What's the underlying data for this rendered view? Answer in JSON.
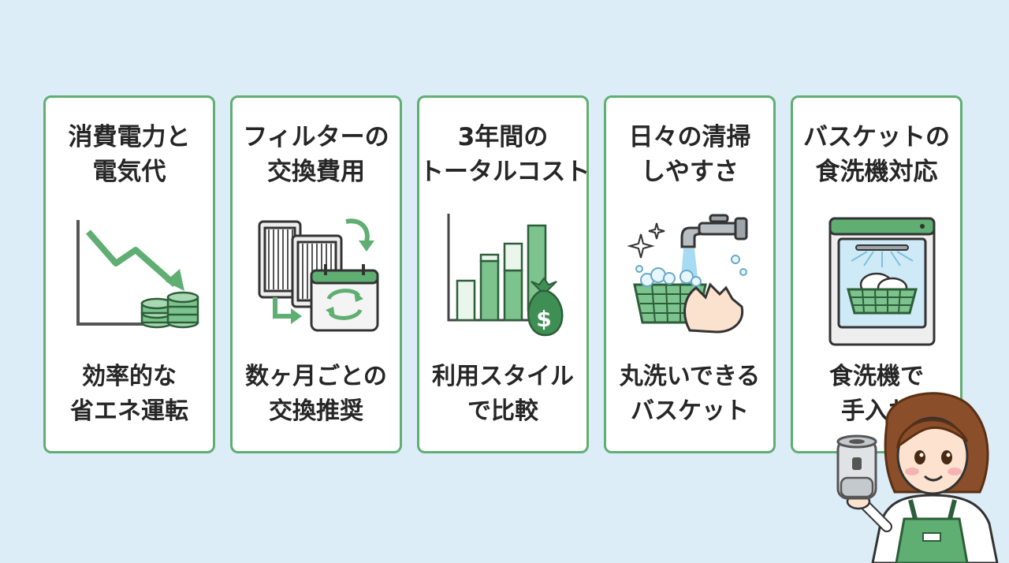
{
  "cards": [
    {
      "title": [
        "消費電力と",
        "電気代"
      ],
      "caption": [
        "効率的な",
        "省エネ運転"
      ],
      "icon": "downtrend-chart-with-coins-icon"
    },
    {
      "title": [
        "フィルターの",
        "交換費用"
      ],
      "caption": [
        "数ヶ月ごとの",
        "交換推奨"
      ],
      "icon": "filter-replacement-calendar-icon"
    },
    {
      "title": [
        "3年間の",
        "トータルコスト"
      ],
      "caption": [
        "利用スタイル",
        "で比較"
      ],
      "icon": "bar-chart-money-bag-icon"
    },
    {
      "title": [
        "日々の清掃",
        "しやすさ"
      ],
      "caption": [
        "丸洗いできる",
        "バスケット"
      ],
      "icon": "faucet-washing-basket-icon"
    },
    {
      "title": [
        "バスケットの",
        "食洗機対応"
      ],
      "caption": [
        "食洗機で",
        "手入れ"
      ],
      "icon": "dishwasher-basket-icon"
    }
  ],
  "colors": {
    "background": "#dcedf7",
    "accent_green": "#5fae72",
    "dark_green": "#3f8f55",
    "light_green": "#d3ecd6",
    "text": "#262626"
  },
  "mascot": {
    "icon": "shop-staff-woman-holding-humidifier-icon"
  }
}
